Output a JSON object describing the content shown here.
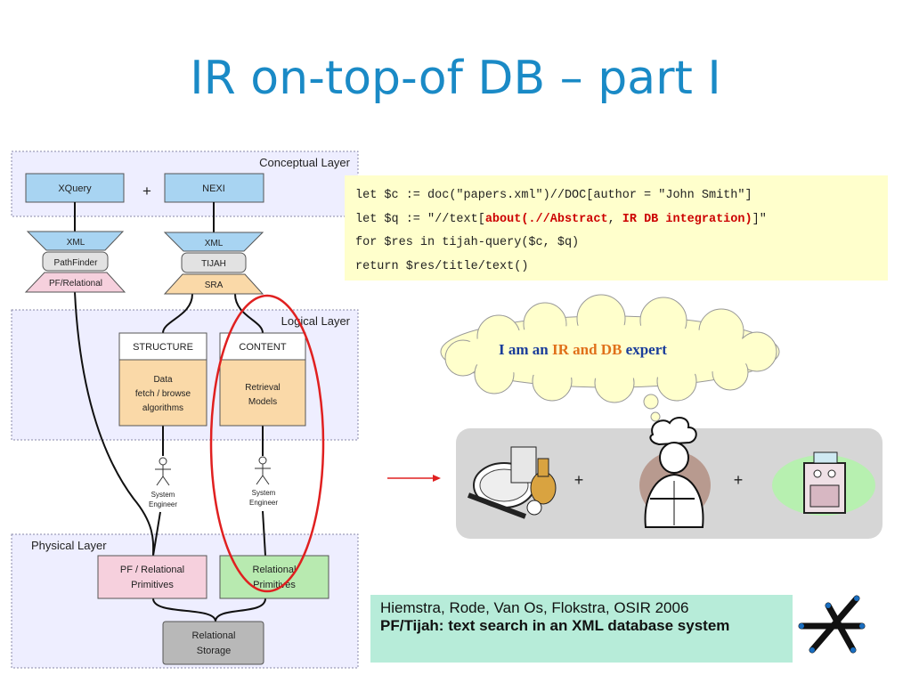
{
  "slide": {
    "title": "IR on-top-of DB – part I"
  },
  "diagram": {
    "conceptual_layer": "Conceptual Layer",
    "xquery": "XQuery",
    "plus": "+",
    "nexi": "NEXI",
    "left_stack": {
      "top": "XML",
      "middle": "PathFinder",
      "bottom": "PF/Relational"
    },
    "right_stack": {
      "top": "XML",
      "middle": "TIJAH",
      "bottom": "SRA"
    },
    "logical_layer": "Logical Layer",
    "structure": {
      "header": "STRUCTURE",
      "line1": "Data",
      "line2": "fetch / browse",
      "line3": "algorithms"
    },
    "content": {
      "header": "CONTENT",
      "line1": "Retrieval",
      "line2": "Models"
    },
    "engineer": {
      "line1": "System",
      "line2": "Engineer"
    },
    "physical_layer": "Physical Layer",
    "pf_primitives": {
      "line1": "PF / Relational",
      "line2": "Primitives"
    },
    "rel_primitives": {
      "line1": "Relational",
      "line2": "Primitives"
    },
    "storage": {
      "line1": "Relational",
      "line2": "Storage"
    }
  },
  "code": {
    "line1": "let $c := doc(\"papers.xml\")//DOC[author = \"John Smith\"]",
    "line2_a": "let $q := \"//text[",
    "line2_b": "about(.//Abstract",
    "line2_c": ", ",
    "line2_d": "IR DB integration)",
    "line2_e": "]\"",
    "line3": "for $res in tijah-query($c, $q)",
    "line4": "return $res/title/text()"
  },
  "thought": {
    "part1": "I am an ",
    "part2": "IR and DB",
    "part3": " expert"
  },
  "illustration": {
    "plus1": "+",
    "plus2": "+"
  },
  "reference": {
    "line1": "Hiemstra, Rode, Van Os, Flokstra, OSIR 2006",
    "line2": "PF/Tijah: text search in an XML database system"
  },
  "colors": {
    "title": "#1a8ac6",
    "layer_bg": "#eeeeff",
    "box_blue": "#a8d4f2",
    "box_pink": "#f6d0dd",
    "box_orange": "#fad9a8",
    "box_green": "#b8eab0",
    "box_gray": "#b8b8b8",
    "code_bg": "#ffffcc",
    "keyword_red": "#cc0000",
    "highlight_ellipse": "#e02020",
    "reference_bg": "#b7ecd9"
  }
}
